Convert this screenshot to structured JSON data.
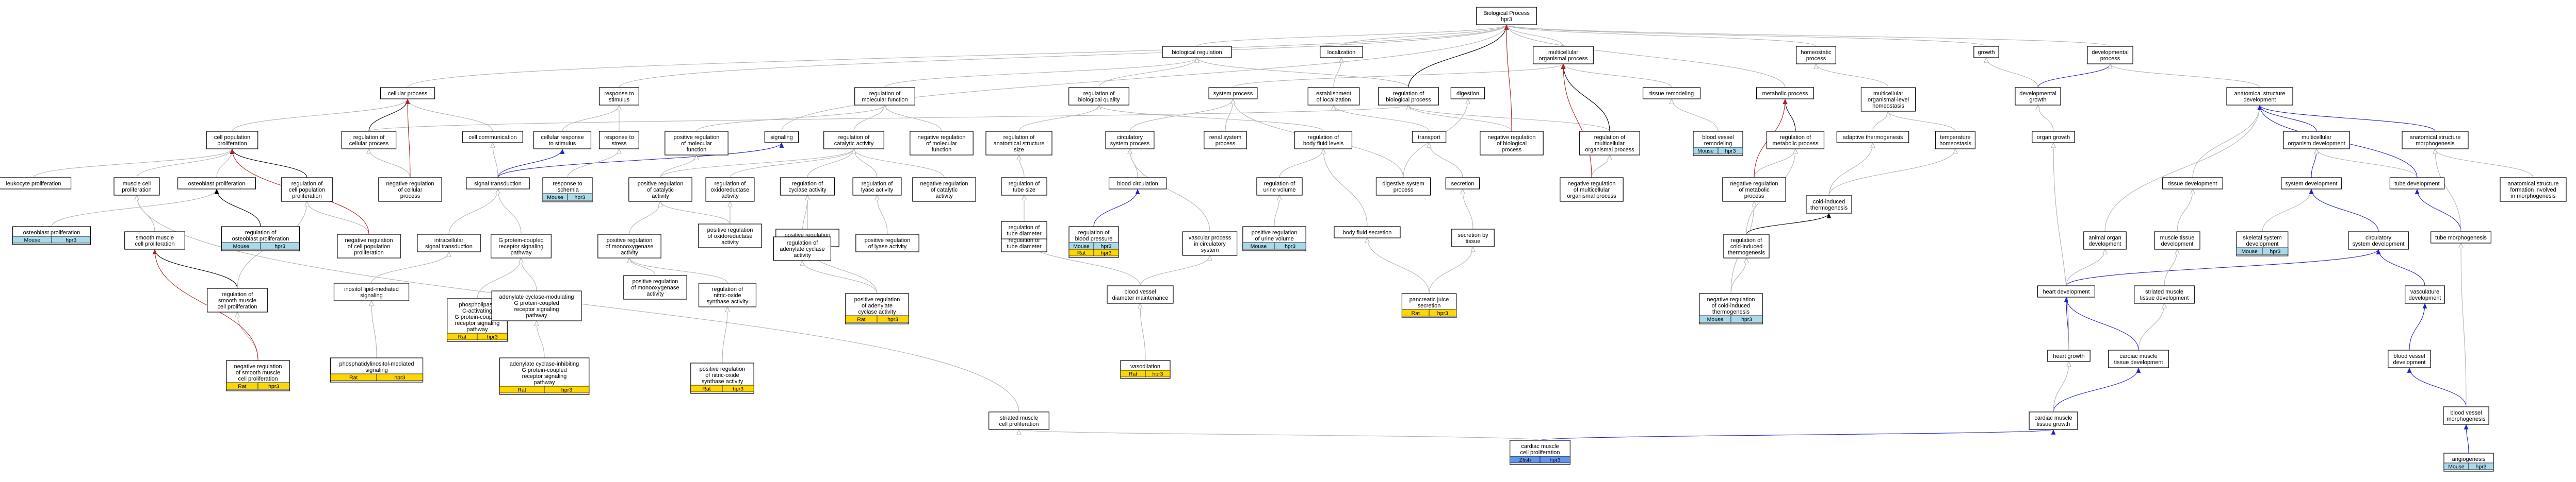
{
  "graph": {
    "nodes": [
      {
        "id": "bp",
        "lines": [
          "Biological Process",
          "hpr3"
        ]
      },
      {
        "id": "breg",
        "lines": [
          "biological regulation"
        ]
      },
      {
        "id": "loc",
        "lines": [
          "localization"
        ]
      },
      {
        "id": "mop",
        "lines": [
          "multicellular",
          "organismal process"
        ]
      },
      {
        "id": "homp",
        "lines": [
          "homeostatic",
          "process"
        ]
      },
      {
        "id": "growth",
        "lines": [
          "growth"
        ]
      },
      {
        "id": "devp",
        "lines": [
          "developmental",
          "process"
        ]
      },
      {
        "id": "cellp",
        "lines": [
          "cellular process"
        ]
      },
      {
        "id": "rts",
        "lines": [
          "response to",
          "stimulus"
        ]
      },
      {
        "id": "rmf",
        "lines": [
          "regulation of",
          "molecular function"
        ]
      },
      {
        "id": "rbq",
        "lines": [
          "regulation of",
          "biological quality"
        ]
      },
      {
        "id": "sysp",
        "lines": [
          "system process"
        ]
      },
      {
        "id": "estab",
        "lines": [
          "establishment",
          "of localization"
        ]
      },
      {
        "id": "rbp",
        "lines": [
          "regulation of",
          "biological process"
        ]
      },
      {
        "id": "digest",
        "lines": [
          "digestion"
        ]
      },
      {
        "id": "tremod",
        "lines": [
          "tissue remodeling"
        ]
      },
      {
        "id": "metab",
        "lines": [
          "metabolic process"
        ]
      },
      {
        "id": "molh",
        "lines": [
          "multicellular",
          "organismal-level",
          "homeostasis"
        ]
      },
      {
        "id": "devg",
        "lines": [
          "developmental",
          "growth"
        ]
      },
      {
        "id": "asd",
        "lines": [
          "anatomical structure",
          "development"
        ]
      },
      {
        "id": "cpp",
        "lines": [
          "cell population",
          "proliferation"
        ]
      },
      {
        "id": "rcp",
        "lines": [
          "regulation of",
          "cellular process"
        ]
      },
      {
        "id": "ccomm",
        "lines": [
          "cell communication"
        ]
      },
      {
        "id": "crs",
        "lines": [
          "cellular response",
          "to stimulus"
        ]
      },
      {
        "id": "rstress",
        "lines": [
          "response to",
          "stress"
        ]
      },
      {
        "id": "prmf",
        "lines": [
          "positive regulation",
          "of molecular",
          "function"
        ]
      },
      {
        "id": "signaling",
        "lines": [
          "signaling"
        ]
      },
      {
        "id": "rca",
        "lines": [
          "regulation of",
          "catalytic activity"
        ]
      },
      {
        "id": "nrmf",
        "lines": [
          "negative regulation",
          "of molecular",
          "function"
        ]
      },
      {
        "id": "rass",
        "lines": [
          "regulation of",
          "anatomical structure",
          "size"
        ]
      },
      {
        "id": "circ",
        "lines": [
          "circulatory",
          "system process"
        ]
      },
      {
        "id": "renal",
        "lines": [
          "renal system",
          "process"
        ]
      },
      {
        "id": "rbfl",
        "lines": [
          "regulation of",
          "body fluid levels"
        ]
      },
      {
        "id": "dsp",
        "lines": [
          "digestive system",
          "process"
        ]
      },
      {
        "id": "transport",
        "lines": [
          "transport"
        ]
      },
      {
        "id": "nrbp",
        "lines": [
          "negative regulation",
          "of biological",
          "process"
        ]
      },
      {
        "id": "rmop",
        "lines": [
          "regulation of",
          "multicellular",
          "organismal process"
        ]
      },
      {
        "id": "bvr",
        "lines": [
          "blood vessel",
          "remodeling"
        ],
        "tags": [
          [
            "Mouse",
            "#a8d8ea"
          ],
          [
            "hpr3",
            "#a8d8ea"
          ]
        ]
      },
      {
        "id": "rmetab",
        "lines": [
          "regulation of",
          "metabolic process"
        ]
      },
      {
        "id": "adaptt",
        "lines": [
          "adaptive thermogenesis"
        ]
      },
      {
        "id": "temph",
        "lines": [
          "temperature",
          "homeostasis"
        ]
      },
      {
        "id": "organg",
        "lines": [
          "organ growth"
        ]
      },
      {
        "id": "mod",
        "lines": [
          "multicellular",
          "organism development"
        ]
      },
      {
        "id": "asm",
        "lines": [
          "anatomical structure",
          "morphogenesis"
        ]
      },
      {
        "id": "leuk",
        "lines": [
          "leukocyte proliferation"
        ]
      },
      {
        "id": "mcp",
        "lines": [
          "muscle cell",
          "proliferation"
        ]
      },
      {
        "id": "ocp",
        "lines": [
          "osteoblast proliferation"
        ]
      },
      {
        "id": "rcpp",
        "lines": [
          "regulation of",
          "cell population",
          "proliferation"
        ]
      },
      {
        "id": "nrcp",
        "lines": [
          "negative regulation",
          "of cellular",
          "process"
        ]
      },
      {
        "id": "sigtrans",
        "lines": [
          "signal transduction"
        ]
      },
      {
        "id": "rischemia",
        "lines": [
          "response to",
          "ischemia"
        ],
        "tags": [
          [
            "Mouse",
            "#a8d8ea"
          ],
          [
            "hpr3",
            "#a8d8ea"
          ]
        ]
      },
      {
        "id": "prca",
        "lines": [
          "positive regulation",
          "of catalytic",
          "activity"
        ]
      },
      {
        "id": "roa",
        "lines": [
          "regulation of",
          "oxidoreductase",
          "activity"
        ]
      },
      {
        "id": "rcya",
        "lines": [
          "regulation of",
          "cyclase activity"
        ]
      },
      {
        "id": "rlya",
        "lines": [
          "regulation of",
          "lyase activity"
        ]
      },
      {
        "id": "nrca",
        "lines": [
          "negative regulation",
          "of catalytic",
          "activity"
        ]
      },
      {
        "id": "rts2",
        "lines": [
          "regulation of",
          "tube size"
        ]
      },
      {
        "id": "bloodcirc",
        "lines": [
          "blood circulation"
        ]
      },
      {
        "id": "rbpres",
        "lines": [
          "regulation of",
          "blood pressure"
        ],
        "tags": [
          [
            "Mouse",
            "#a8d8ea"
          ],
          [
            "hpr3",
            "#a8d8ea"
          ]
        ],
        "tags2": [
          [
            "Rat",
            "#ffd700"
          ],
          [
            "hpr3",
            "#ffd700"
          ]
        ]
      },
      {
        "id": "ruv",
        "lines": [
          "regulation of",
          "urine volume"
        ]
      },
      {
        "id": "rnd",
        "lines": [
          "regulation of",
          "tube diameter"
        ]
      },
      {
        "id": "vpc",
        "lines": [
          "vascular process",
          "in circulatory",
          "system"
        ]
      },
      {
        "id": "prmfc",
        "lines": [
          "positive regulation",
          "of urine volume"
        ],
        "tags": [
          [
            "Mouse",
            "#a8d8ea"
          ],
          [
            "hpr3",
            "#a8d8ea"
          ]
        ]
      },
      {
        "id": "bfs",
        "lines": [
          "body fluid secretion"
        ]
      },
      {
        "id": "secretion",
        "lines": [
          "secretion"
        ]
      },
      {
        "id": "nrmop",
        "lines": [
          "negative regulation",
          "of multicellular",
          "organismal process"
        ]
      },
      {
        "id": "nrmetab",
        "lines": [
          "negative regulation",
          "of metabolic",
          "process"
        ]
      },
      {
        "id": "cit",
        "lines": [
          "cold-induced",
          "thermogenesis"
        ]
      },
      {
        "id": "oprol",
        "lines": [
          "osteoblast proliferation"
        ],
        "tags": [
          [
            "Mouse",
            "#a8d8ea"
          ],
          [
            "hpr3",
            "#a8d8ea"
          ]
        ]
      },
      {
        "id": "smcp",
        "lines": [
          "smooth muscle",
          "cell proliferation"
        ]
      },
      {
        "id": "rocp",
        "lines": [
          "regulation of",
          "osteoblast proliferation"
        ],
        "tags": [
          [
            "Mouse",
            "#a8d8ea"
          ],
          [
            "hpr3",
            "#a8d8ea"
          ]
        ]
      },
      {
        "id": "nrcpp",
        "lines": [
          "negative regulation",
          "of cell population",
          "proliferation"
        ]
      },
      {
        "id": "ist",
        "lines": [
          "intracellular",
          "signal transduction"
        ]
      },
      {
        "id": "gpcr",
        "lines": [
          "G protein-coupled",
          "receptor signaling",
          "pathway"
        ]
      },
      {
        "id": "proa",
        "lines": [
          "positive regulation",
          "of oxidoreductase",
          "activity"
        ]
      },
      {
        "id": "prmoa",
        "lines": [
          "positive regulation",
          "of monooxygenase",
          "activity"
        ]
      },
      {
        "id": "prcya",
        "lines": [
          "positive regulation",
          "of cyclase activity"
        ]
      },
      {
        "id": "racya",
        "lines": [
          "regulation of",
          "adenylate cyclase",
          "activity"
        ]
      },
      {
        "id": "prlya",
        "lines": [
          "positive regulation",
          "of lyase activity"
        ]
      },
      {
        "id": "rtd",
        "lines": [
          "regulation of",
          "tube diameter"
        ]
      },
      {
        "id": "bvdm",
        "lines": [
          "blood vessel",
          "diameter maintenance"
        ]
      },
      {
        "id": "sbt",
        "lines": [
          "secretion by",
          "tissue"
        ]
      },
      {
        "id": "rcit",
        "lines": [
          "regulation of",
          "cold-induced",
          "thermogenesis"
        ]
      },
      {
        "id": "nrcit",
        "lines": [
          "negative regulation",
          "of cold-induced",
          "thermogenesis"
        ],
        "tags": [
          [
            "Mouse",
            "#a8d8ea"
          ],
          [
            "hpr3",
            "#a8d8ea"
          ]
        ]
      },
      {
        "id": "rsmcp",
        "lines": [
          "regulation of",
          "smooth muscle",
          "cell proliferation"
        ]
      },
      {
        "id": "ilms",
        "lines": [
          "inositol lipid-mediated",
          "signaling"
        ]
      },
      {
        "id": "plc",
        "lines": [
          "phospholipase",
          "C-activating",
          "G protein-coupled",
          "receptor signaling",
          "pathway"
        ],
        "tags": [
          [
            "Rat",
            "#ffd700"
          ],
          [
            "hpr3",
            "#ffd700"
          ]
        ]
      },
      {
        "id": "acm",
        "lines": [
          "adenylate cyclase-modulating",
          "G protein-coupled",
          "receptor signaling",
          "pathway"
        ]
      },
      {
        "id": "rmoa",
        "lines": [
          "positive regulation",
          "of monooxygenase",
          "activity"
        ]
      },
      {
        "id": "rnos",
        "lines": [
          "regulation of",
          "nitric-oxide",
          "synthase activity"
        ]
      },
      {
        "id": "pracya",
        "lines": [
          "positive regulation",
          "of adenylate",
          "cyclase activity"
        ],
        "tags": [
          [
            "Rat",
            "#ffd700"
          ],
          [
            "hpr3",
            "#ffd700"
          ]
        ]
      },
      {
        "id": "prj",
        "lines": [
          "pancreatic juice",
          "secretion"
        ],
        "tags": [
          [
            "Rat",
            "#ffd700"
          ],
          [
            "hpr3",
            "#ffd700"
          ]
        ]
      },
      {
        "id": "nrsmcp",
        "lines": [
          "negative regulation",
          "of smooth muscle",
          "cell proliferation"
        ],
        "tags": [
          [
            "Rat",
            "#ffd700"
          ],
          [
            "hpr3",
            "#ffd700"
          ]
        ]
      },
      {
        "id": "pims",
        "lines": [
          "phosphatidylinositol-mediated",
          "signaling"
        ],
        "tags": [
          [
            "Rat",
            "#ffd700"
          ],
          [
            "hpr3",
            "#ffd700"
          ]
        ]
      },
      {
        "id": "aci",
        "lines": [
          "adenylate cyclase-inhibiting",
          "G protein-coupled",
          "receptor signaling",
          "pathway"
        ],
        "tags": [
          [
            "Rat",
            "#ffd700"
          ],
          [
            "hpr3",
            "#ffd700"
          ]
        ]
      },
      {
        "id": "prnos",
        "lines": [
          "positive regulation",
          "of nitric-oxide",
          "synthase activity"
        ],
        "tags": [
          [
            "Rat",
            "#ffd700"
          ],
          [
            "hpr3",
            "#ffd700"
          ]
        ]
      },
      {
        "id": "vasod",
        "lines": [
          "vasodilation"
        ],
        "tags": [
          [
            "Rat",
            "#ffd700"
          ],
          [
            "hpr3",
            "#ffd700"
          ]
        ]
      },
      {
        "id": "smcprol",
        "lines": [
          "striated muscle",
          "cell proliferation"
        ]
      },
      {
        "id": "cmcp",
        "lines": [
          "cardiac muscle",
          "cell proliferation"
        ],
        "tags": [
          [
            "Zfish",
            "#6495ed"
          ],
          [
            "hpr3",
            "#6495ed"
          ]
        ]
      },
      {
        "id": "aod",
        "lines": [
          "animal organ",
          "development"
        ]
      },
      {
        "id": "mtd",
        "lines": [
          "muscle tissue",
          "development"
        ]
      },
      {
        "id": "td",
        "lines": [
          "tissue development"
        ]
      },
      {
        "id": "ssd",
        "lines": [
          "skeletal system",
          "development"
        ],
        "tags": [
          [
            "Mouse",
            "#a8d8ea"
          ],
          [
            "hpr3",
            "#a8d8ea"
          ]
        ]
      },
      {
        "id": "sysdev",
        "lines": [
          "system development"
        ]
      },
      {
        "id": "tubedev",
        "lines": [
          "tube development"
        ]
      },
      {
        "id": "asfm",
        "lines": [
          "anatomical structure",
          "formation involved",
          "in morphogenesis"
        ]
      },
      {
        "id": "csd",
        "lines": [
          "circulatory",
          "system development"
        ]
      },
      {
        "id": "tubem",
        "lines": [
          "tube morphogenesis"
        ]
      },
      {
        "id": "heartdev",
        "lines": [
          "heart development"
        ]
      },
      {
        "id": "smtd",
        "lines": [
          "striated muscle",
          "tissue development"
        ]
      },
      {
        "id": "vascdev",
        "lines": [
          "vasculature",
          "development"
        ]
      },
      {
        "id": "heartg",
        "lines": [
          "heart growth"
        ]
      },
      {
        "id": "cmtd",
        "lines": [
          "cardiac muscle",
          "tissue development"
        ]
      },
      {
        "id": "bvd",
        "lines": [
          "blood vessel",
          "development"
        ]
      },
      {
        "id": "cmtg",
        "lines": [
          "cardiac muscle",
          "tissue growth"
        ]
      },
      {
        "id": "bvm",
        "lines": [
          "blood vessel",
          "morphogenesis"
        ]
      },
      {
        "id": "angio",
        "lines": [
          "angiogenesis"
        ],
        "tags": [
          [
            "Mouse",
            "#a8d8ea"
          ],
          [
            "hpr3",
            "#a8d8ea"
          ]
        ]
      }
    ]
  }
}
